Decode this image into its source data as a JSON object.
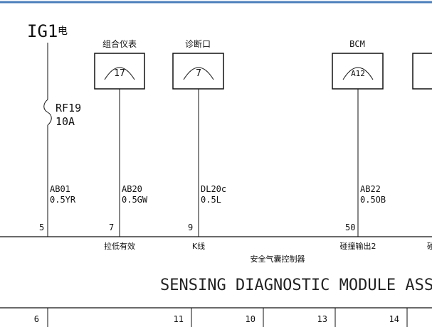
{
  "power_source": {
    "label": "IG1",
    "suffix": "电"
  },
  "fuse": {
    "name": "RF19",
    "rating": "10A"
  },
  "components": [
    {
      "title": "组合仪表",
      "pin": "17"
    },
    {
      "title": "诊断口",
      "pin": "7"
    },
    {
      "title": "BCM",
      "pin": "A12"
    }
  ],
  "wires": [
    {
      "code": "AB01",
      "spec": "0.5YR",
      "terminal": "5"
    },
    {
      "code": "AB20",
      "spec": "0.5GW",
      "terminal": "7"
    },
    {
      "code": "DL20c",
      "spec": "0.5L",
      "terminal": "9"
    },
    {
      "code": "AB22",
      "spec": "0.5OB",
      "terminal": "50"
    }
  ],
  "signals": [
    {
      "label": "拉低有效"
    },
    {
      "label": "K线"
    },
    {
      "label": "碰撞输出2"
    },
    {
      "label": "碰"
    }
  ],
  "module": {
    "name_cn": "安全气囊控制器",
    "name_en": "SENSING DIAGNOSTIC MODULE ASSY"
  },
  "bottom_connector": {
    "cells": [
      "6",
      "11",
      "10",
      "13",
      "14"
    ]
  },
  "colors": {
    "frame_line": "#4a7ebb",
    "wire": "#111111"
  }
}
